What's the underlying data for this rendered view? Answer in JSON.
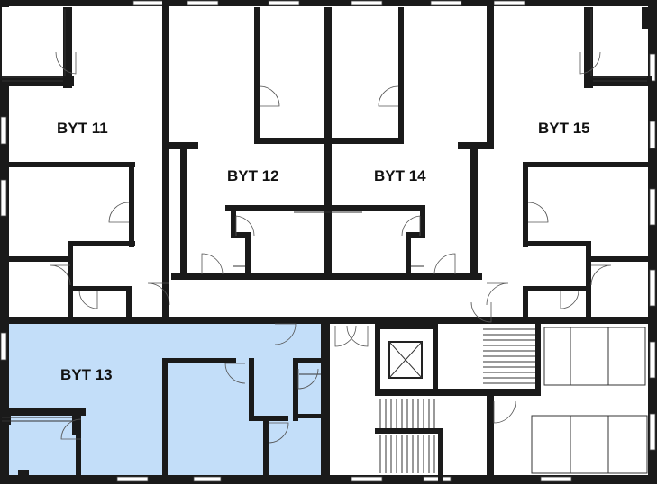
{
  "plan": {
    "highlight_color": "#c3def9",
    "wall_color": "#1a1a1a",
    "units": [
      {
        "id": "byt11",
        "label": "BYT 11",
        "highlighted": false
      },
      {
        "id": "byt12",
        "label": "BYT 12",
        "highlighted": false
      },
      {
        "id": "byt13",
        "label": "BYT 13",
        "highlighted": true
      },
      {
        "id": "byt14",
        "label": "BYT 14",
        "highlighted": false
      },
      {
        "id": "byt15",
        "label": "BYT 15",
        "highlighted": false
      }
    ],
    "icons": [
      "door-swing-icon",
      "window-icon",
      "elevator-icon",
      "stairs-icon"
    ]
  }
}
